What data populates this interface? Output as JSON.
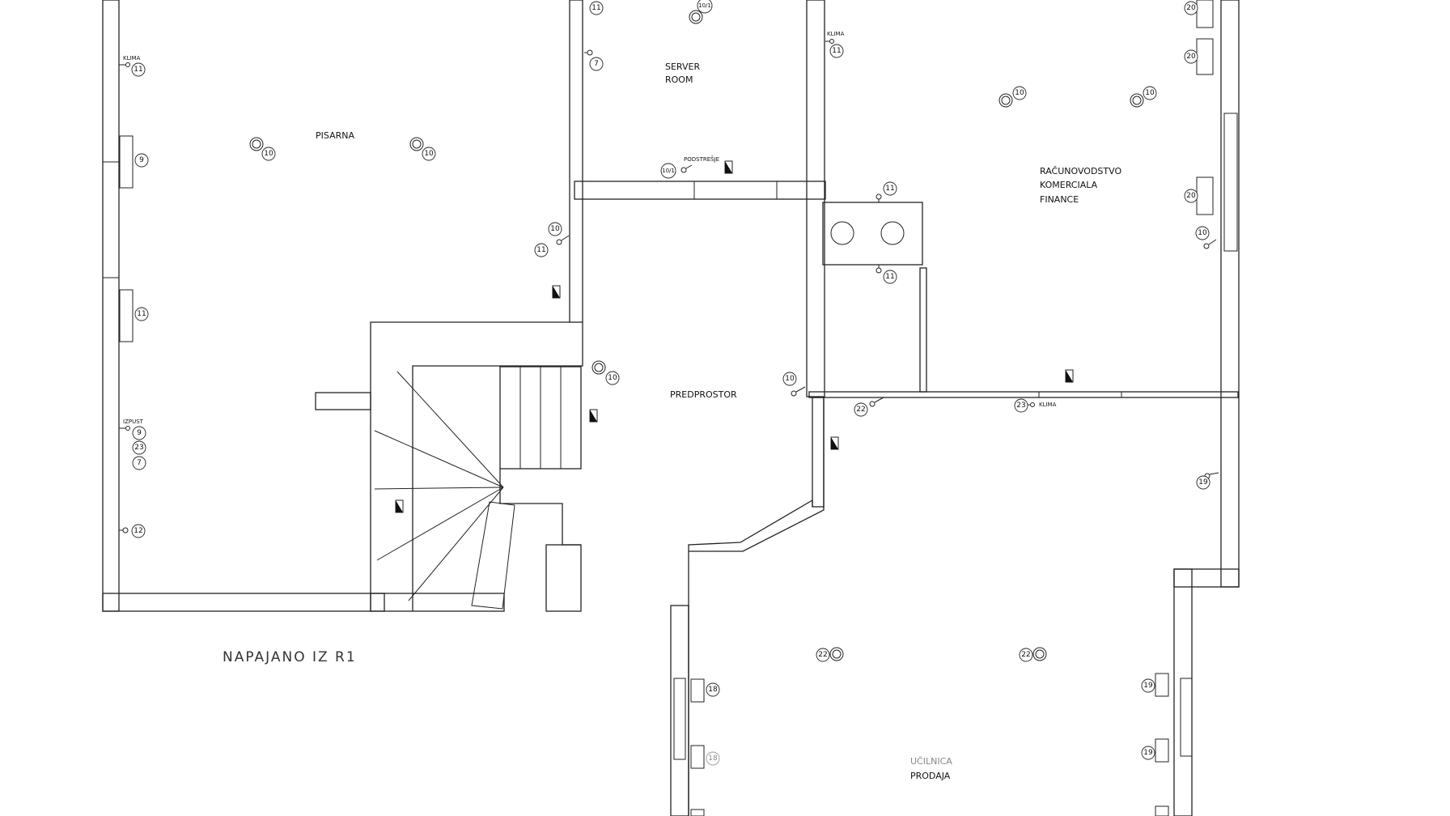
{
  "drawing": {
    "supply_note": "NAPAJANO IZ R1"
  },
  "rooms": {
    "pisarna": "PISARNA",
    "server_line1": "SERVER",
    "server_line2": "ROOM",
    "predprostor": "PREDPROSTOR",
    "racunovodstvo_line1": "RAČUNOVODSTVO",
    "racunovodstvo_line2": "KOMERCIALA",
    "racunovodstvo_line3": "FINANCE",
    "ucilnica": "UČILNICA",
    "prodaja": "PRODAJA"
  },
  "annotations": {
    "klima_pisarna": "KLIMA",
    "klima_racunovodstvo": "KLIMA",
    "klima_hall": "KLIMA",
    "izpust": "IZPUST",
    "podstresje": "PODSTREŠJE"
  },
  "markers": {
    "p_klima": "11",
    "p_sock_upper": "9",
    "p_sock_lower": "11",
    "p_izpust_1": "9",
    "p_izpust_2": "23",
    "p_izpust_3": "7",
    "p_sock_bottom": "12",
    "p_light_1": "10",
    "p_light_2": "10",
    "p_corner_10": "10",
    "p_corner_11": "11",
    "s_top": "11",
    "s_light": "10/1",
    "s_sock": "7",
    "s_podstresje": "10/1",
    "h_light": "10",
    "h_right": "10",
    "r_klima": "11",
    "r_light_1": "10",
    "r_light_2": "10",
    "r_sock_1": "20",
    "r_sock_2": "20",
    "r_sock_3": "20",
    "r_switch": "10",
    "r_box_top": "11",
    "r_box_bottom": "11",
    "c_sw_22": "22",
    "c_klima_23": "23",
    "c_sw_19": "19",
    "u_light_1": "22",
    "u_light_2": "22",
    "u_sock_18a": "18",
    "u_sock_18b": "18",
    "u_sock_19a": "19",
    "u_sock_19b": "19"
  }
}
